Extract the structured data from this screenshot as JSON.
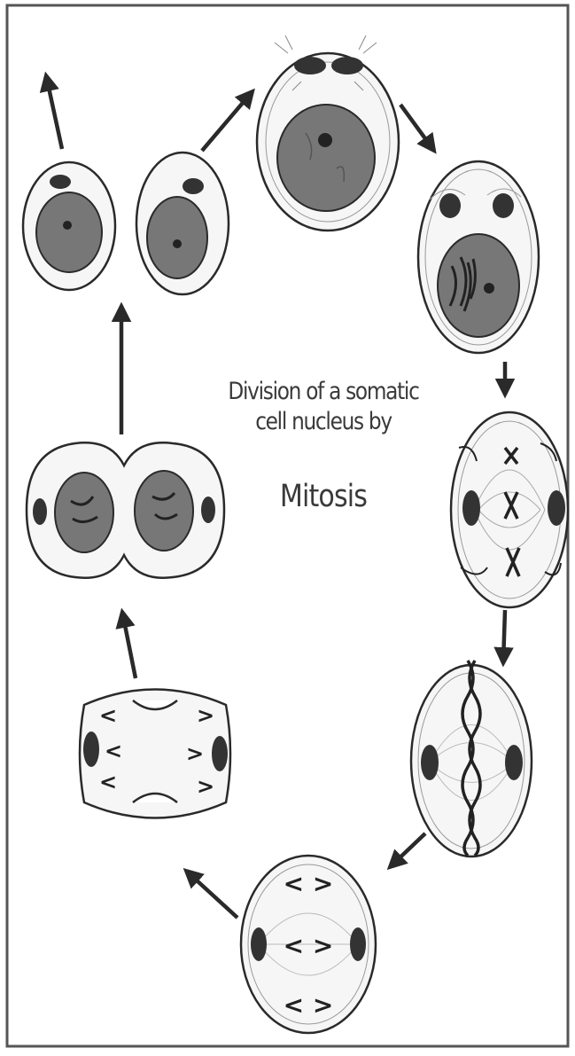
{
  "caption": {
    "line1": "Division of a somatic",
    "line2": "cell nucleus by",
    "line3": "Mitosis"
  },
  "stages": [
    "interphase-cell",
    "early-prophase-cell",
    "prophase-cell",
    "prometaphase-cell",
    "metaphase-cell",
    "anaphase-cell",
    "telophase-cell",
    "late-telophase-cell",
    "daughter-cell-left",
    "daughter-cell-right"
  ],
  "colors": {
    "frame": "#555555",
    "cell_fill": "#f6f6f6",
    "nucleus_fill": "#777777",
    "ink": "#2a2a2a",
    "spindle": "#aaaaaa",
    "caption": "#3a3a3a"
  },
  "icons": [
    "arrow-icon",
    "chromosome-icon",
    "centriole-icon"
  ]
}
